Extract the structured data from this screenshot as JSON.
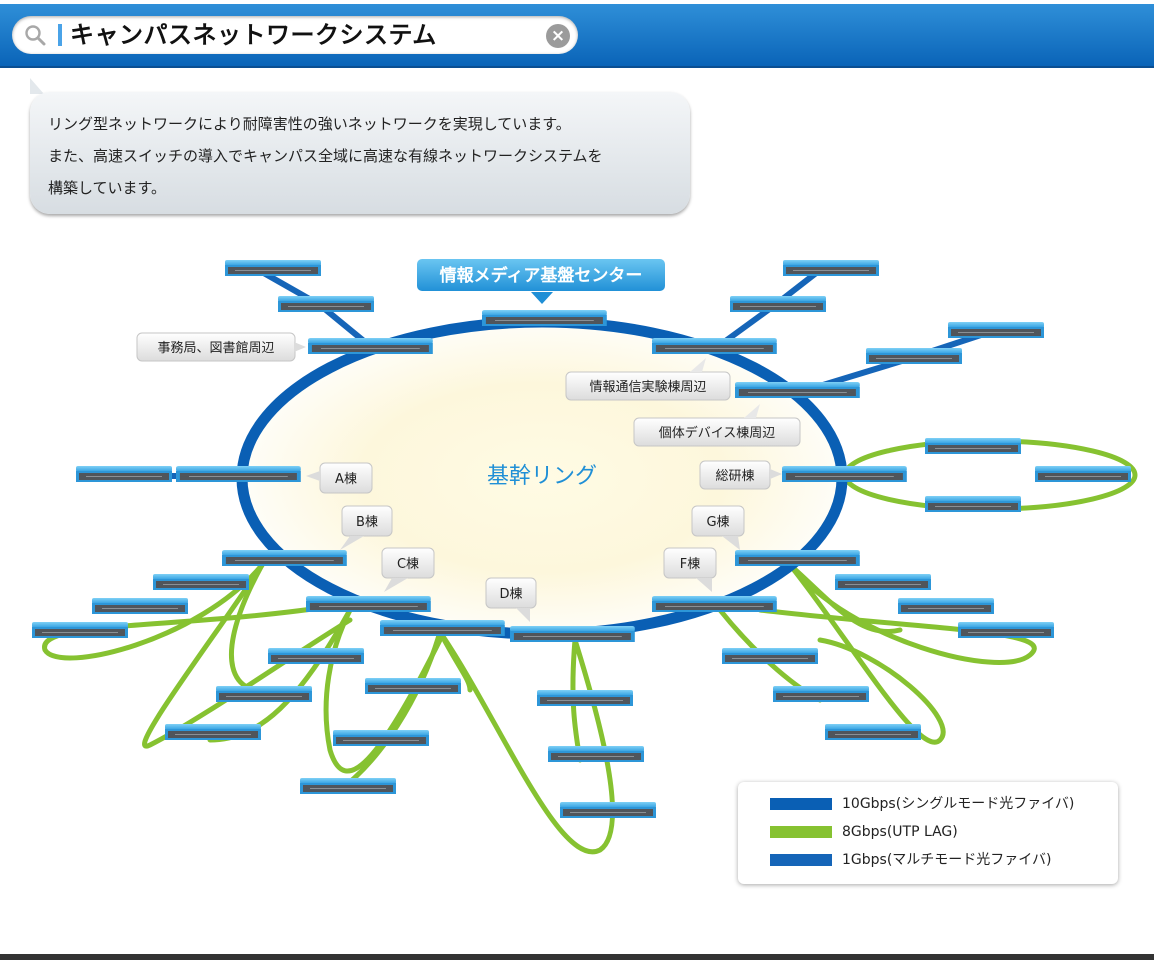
{
  "header": {
    "title": "キャンパスネットワークシステム"
  },
  "intro": {
    "line1": "リング型ネットワークにより耐障害性の強いネットワークを実現しています。",
    "line2": "また、高速スイッチの導入でキャンパス全域に高速な有線ネットワークシステムを",
    "line3": "構築しています。"
  },
  "diagram": {
    "center_label": "基幹リング",
    "top_label": "情報メディア基盤センター",
    "labels": {
      "jimukyoku": "事務局、図書館周辺",
      "joho": "情報通信実験棟周辺",
      "kotai": "個体デバイス棟周辺",
      "souken": "総研棟",
      "a": "A棟",
      "b": "B棟",
      "c": "C棟",
      "d": "D棟",
      "f": "F棟",
      "g": "G棟"
    }
  },
  "legend": {
    "items": [
      {
        "label": "10Gbps(シングルモード光ファイバ)",
        "color": "#0a5fb4"
      },
      {
        "label": "8Gbps(UTP LAG)",
        "color": "#86c231"
      },
      {
        "label": "1Gbps(マルチモード光ファイバ)",
        "color": "#1565b8"
      }
    ]
  },
  "colors": {
    "header_blue": "#0a64b8",
    "ring_blue": "#0a5fb4",
    "lag_green": "#86c231",
    "switch_blue": "#3aaee8",
    "switch_dark": "#555a60"
  }
}
